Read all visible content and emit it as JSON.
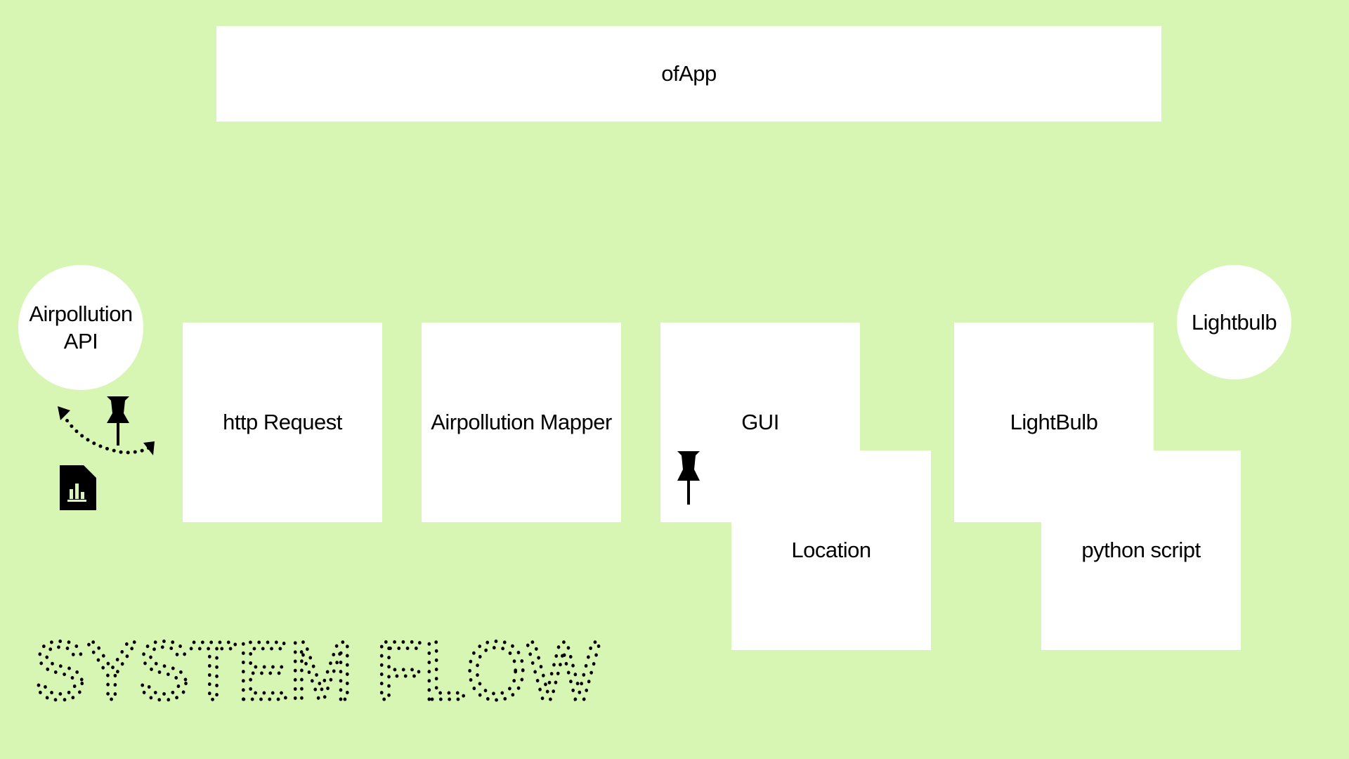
{
  "diagram": {
    "title": "SYSTEM FLOW",
    "top_node": "ofApp",
    "external": {
      "api": "Airpollution API",
      "lightbulb": "Lightbulb"
    },
    "modules": {
      "http_request": "http Request",
      "mapper": "Airpollution Mapper",
      "gui": "GUI",
      "location": "Location",
      "lightbulb_module": "LightBulb",
      "python_script": "python script"
    },
    "icons": [
      "pushpin-icon",
      "dotted-arrow-icon",
      "chart-document-icon"
    ],
    "colors": {
      "background": "#d7f6b4",
      "box": "#ffffff",
      "ink": "#000000",
      "chart_accent": "#d7f6b4"
    }
  }
}
